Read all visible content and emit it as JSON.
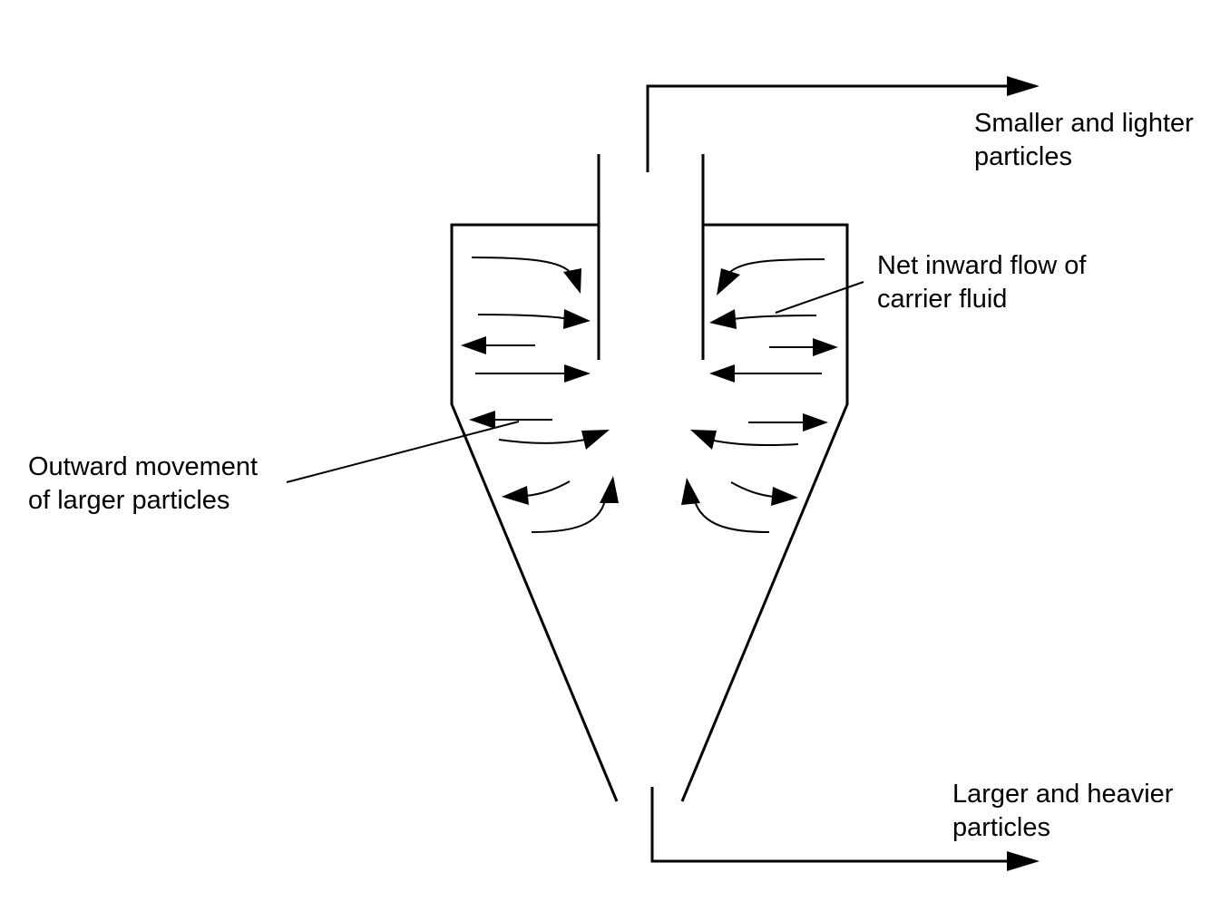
{
  "labels": {
    "top_outlet": [
      "Smaller and lighter",
      "particles"
    ],
    "bottom_outlet": [
      "Larger and heavier",
      "particles"
    ],
    "inward_flow": [
      "Net inward flow of",
      "carrier fluid"
    ],
    "outward_movement": [
      "Outward movement",
      "of larger particles"
    ]
  }
}
